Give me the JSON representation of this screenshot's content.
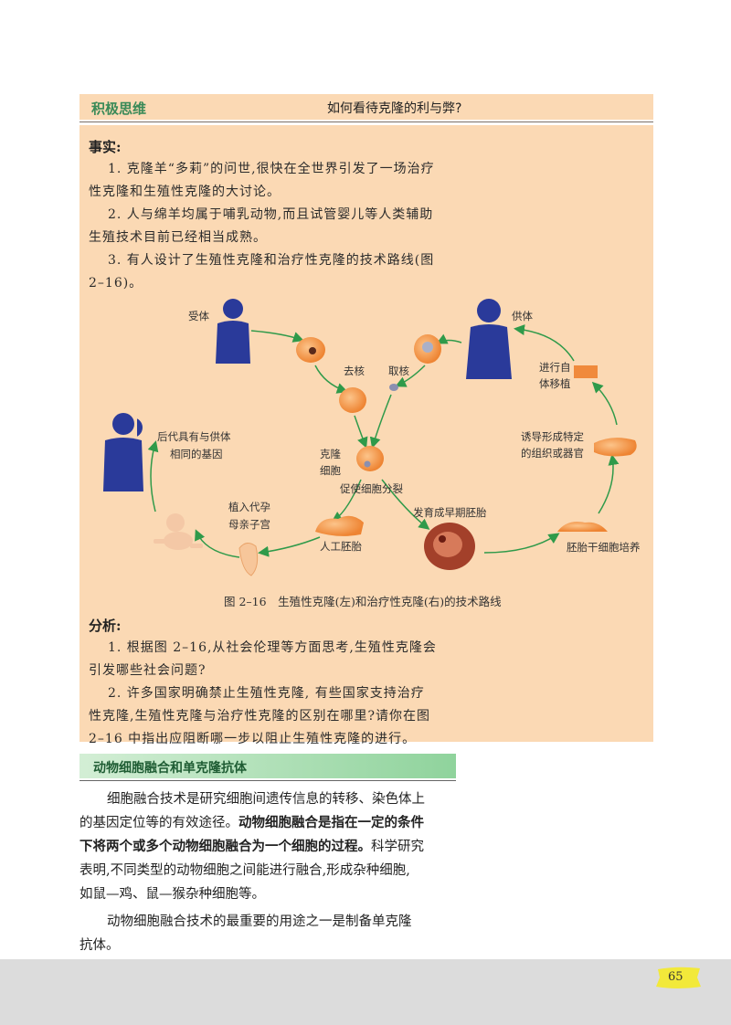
{
  "box": {
    "label": "积极思维",
    "title": "如何看待克隆的利与弊?"
  },
  "facts": {
    "heading": "事实:",
    "p1_line1": "1. 克隆羊“多莉”的问世,很快在全世界引发了一场治疗",
    "p1_line2": "性克隆和生殖性克隆的大讨论。",
    "p2_line1": "2. 人与绵羊均属于哺乳动物,而且试管婴儿等人类辅助",
    "p2_line2": "生殖技术目前已经相当成熟。",
    "p3_line1": "3. 有人设计了生殖性克隆和治疗性克隆的技术路线(图",
    "p3_line2": "2–16)。"
  },
  "diagram": {
    "recipient": "受体",
    "donor": "供体",
    "enucleate": "去核",
    "extract_nucleus": "取核",
    "offspring_1": "后代具有与供体",
    "offspring_2": "相同的基因",
    "cloned_cell_1": "克隆",
    "cloned_cell_2": "细胞",
    "promote_division": "促使细胞分裂",
    "implant_1": "植入代孕",
    "implant_2": "母亲子宫",
    "artificial_embryo": "人工胚胎",
    "early_embryo": "发育成早期胚胎",
    "stem_cell_culture": "胚胎干细胞培养",
    "induce_1": "诱导形成特定",
    "induce_2": "的组织或器官",
    "transplant_1": "进行自",
    "transplant_2": "体移植",
    "caption": "图 2–16　生殖性克隆(左)和治疗性克隆(右)的技术路线"
  },
  "analysis": {
    "heading": "分析:",
    "q1_line1": "1. 根据图 2–16,从社会伦理等方面思考,生殖性克隆会",
    "q1_line2": "引发哪些社会问题?",
    "q2_line1": "2. 许多国家明确禁止生殖性克隆, 有些国家支持治疗",
    "q2_line2": "性克隆,生殖性克隆与治疗性克隆的区别在哪里?请你在图",
    "q2_line3": "2–16 中指出应阻断哪一步以阻止生殖性克隆的进行。"
  },
  "section": {
    "title": "动物细胞融合和单克隆抗体"
  },
  "body": {
    "p1_line1": "细胞融合技术是研究细胞间遗传信息的转移、染色体上",
    "p1_line2a": "的基因定位等的有效途径。",
    "p1_line2b": "动物细胞融合是指在一定的条件",
    "p1_line3a": "下将两个或多个动物细胞融合为一个细胞的过程。",
    "p1_line3b": "科学研究",
    "p1_line4": "表明,不同类型的动物细胞之间能进行融合,形成杂种细胞,",
    "p1_line5": "如鼠—鸡、鼠—猴杂种细胞等。",
    "p2_line1": "动物细胞融合技术的最重要的用途之一是制备单克隆",
    "p2_line2": "抗体。"
  },
  "page_number": "65",
  "colors": {
    "box_bg": "#fbd9b4",
    "label_green": "#3a8a58",
    "arrow_green": "#2f9a4a",
    "figure_blue": "#2a3a9a",
    "cell_orange": "#f08a3c",
    "badge_yellow": "#f2e93a"
  }
}
